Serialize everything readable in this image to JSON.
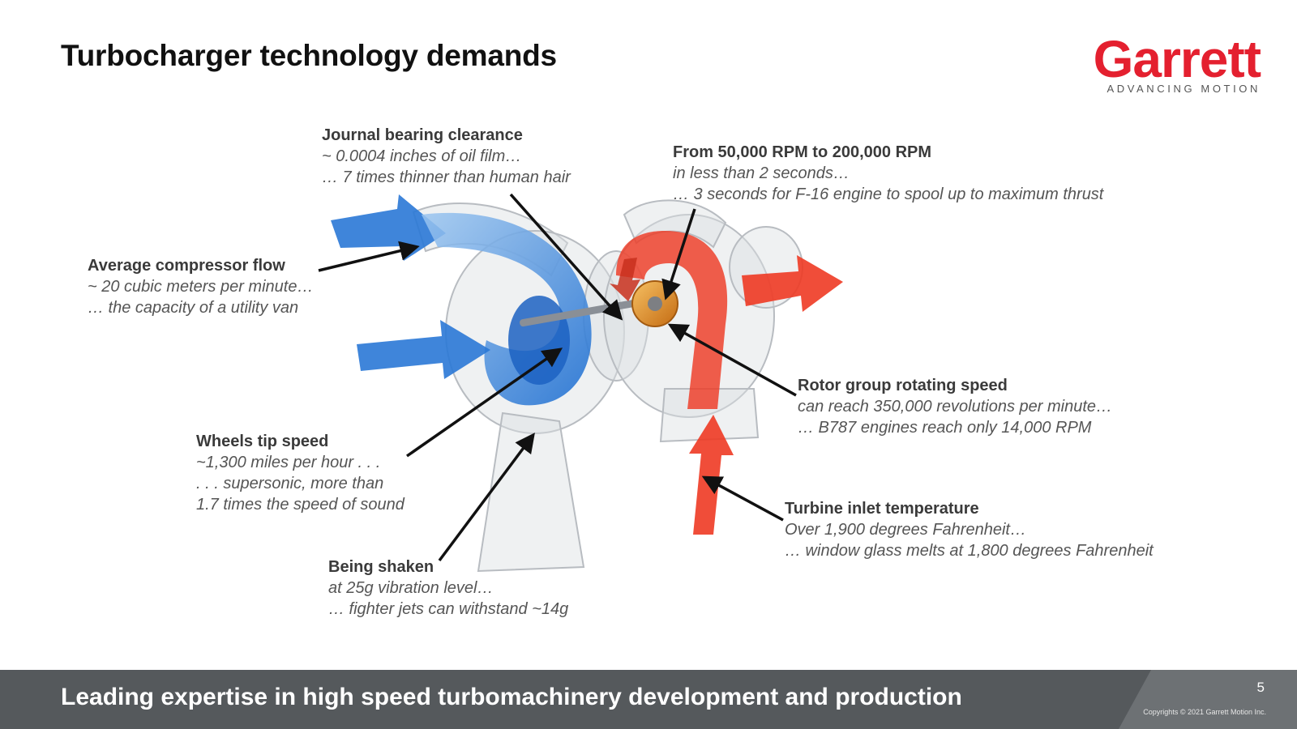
{
  "slide": {
    "title": "Turbocharger technology demands",
    "page_number": "5"
  },
  "logo": {
    "brand": "Garrett",
    "tagline": "ADVANCING MOTION",
    "brand_color": "#e4202f"
  },
  "annotations": {
    "journal_bearing": {
      "heading": "Journal bearing clearance",
      "lines": [
        "~ 0.0004 inches of oil film…",
        "… 7 times thinner than human hair"
      ]
    },
    "rpm": {
      "heading": "From 50,000 RPM to 200,000 RPM",
      "lines": [
        "in less than 2 seconds…",
        "… 3 seconds for F-16 engine to spool up to maximum thrust"
      ]
    },
    "compressor_flow": {
      "heading": "Average compressor flow",
      "lines": [
        "~ 20 cubic meters per minute…",
        "… the capacity of a utility van"
      ]
    },
    "rotor_speed": {
      "heading": "Rotor group rotating speed",
      "lines": [
        "can reach 350,000 revolutions per minute…",
        "… B787 engines reach only 14,000 RPM"
      ]
    },
    "tip_speed": {
      "heading": "Wheels tip speed",
      "lines": [
        "~1,300 miles per hour . . .",
        ". . . supersonic, more than",
        "1.7 times the speed of sound"
      ]
    },
    "inlet_temp": {
      "heading": "Turbine inlet temperature",
      "lines": [
        "Over 1,900 degrees Fahrenheit…",
        "… window glass melts at 1,800 degrees Fahrenheit"
      ]
    },
    "shaken": {
      "heading": "Being shaken",
      "lines": [
        "at 25g vibration level…",
        "… fighter jets can withstand ~14g"
      ]
    }
  },
  "footer": {
    "tagline": "Leading expertise in high speed turbomachinery development and production",
    "copyright": "Copyrights © 2021 Garrett Motion Inc.",
    "background_color": "#55595c"
  },
  "colors": {
    "cold_flow": "#1f6fd1",
    "hot_flow": "#ee3a24",
    "pointer": "#111111"
  }
}
